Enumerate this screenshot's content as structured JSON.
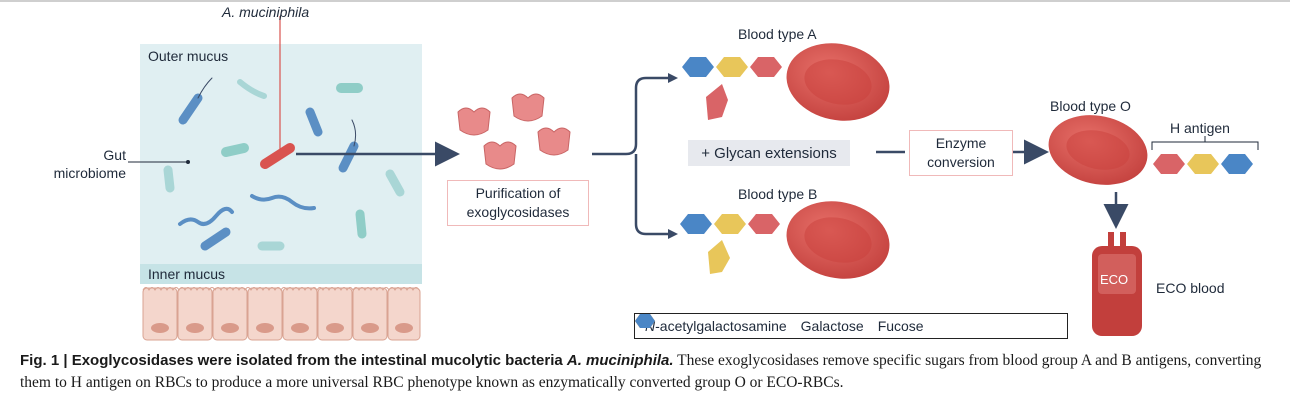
{
  "diagram": {
    "bacterium_name": "A. muciniphila",
    "outer_mucus": "Outer mucus",
    "inner_mucus": "Inner mucus",
    "gut_microbiome": "Gut\nmicrobiome",
    "purification_box": "Purification of\nexoglycosidases",
    "glycan_box": "+ Glycan extensions",
    "enzyme_box": "Enzyme\nconversion",
    "blood_type_a": "Blood type A",
    "blood_type_b": "Blood type B",
    "blood_type_o": "Blood type O",
    "h_antigen": "H antigen",
    "eco_bag_label": "ECO",
    "eco_blood": "ECO blood"
  },
  "legend": {
    "items": [
      {
        "label_prefix": "N",
        "label": "-acetylgalactosamine",
        "color": "#d96467"
      },
      {
        "label": "Galactose",
        "color": "#e8c65a"
      },
      {
        "label": "Fucose",
        "color": "#4a86c6"
      }
    ]
  },
  "caption": {
    "fig_label": "Fig. 1 | ",
    "bold_text": "Exoglycosidases were isolated from the intestinal mucolytic bacteria ",
    "bold_italic": "A. muciniphila.",
    "body": " These exoglycosidases remove specific sugars from blood group A and B antigens, converting them to H antigen on RBCs to produce a more universal RBC phenotype known as enzymatically converted group O or ECO-RBCs."
  },
  "colors": {
    "mucus_bg": "#e0eff2",
    "inner_mucus_bg": "#c6e3e6",
    "galnac": "#d96467",
    "galactose": "#e8c65a",
    "fucose": "#4a86c6",
    "rbc": "#d9534f",
    "arrow": "#3a4a66"
  }
}
